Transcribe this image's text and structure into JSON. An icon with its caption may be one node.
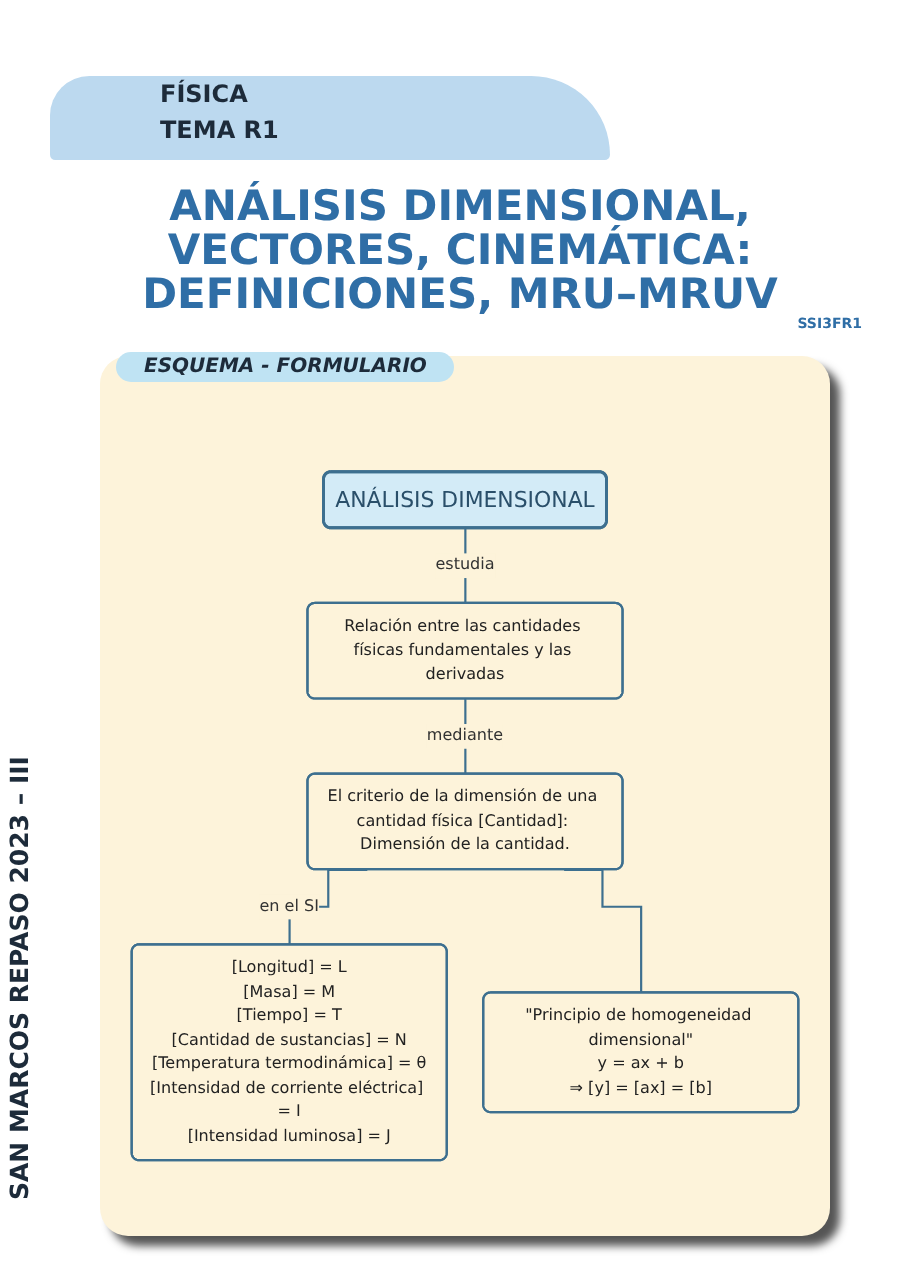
{
  "diagram": {
    "title": "ANÁLISIS DIMENSIONAL, VECTORES, CINEMÁTICA: DEFINICIONES, MRU–MRUV",
    "nodes": [
      {
        "text": [
          "ANÁLISIS DIMENSIONAL"
        ]
      },
      {
        "text": [
          "Relación entre las cantidades físicas fundamentales y las derivadas"
        ]
      },
      {
        "text": [
          "El criterio de la dimensión de una cantidad física [Cantidad]: Dimensión de la cantidad."
        ]
      },
      {
        "text": [
          "[Longitud] = L",
          "[Masa] = M",
          "[Tiempo] = T",
          "[Cantidad de sustancias] = N",
          "[Temperatura termodinámica] = θ",
          "[Intensidad de corriente eléctrica] = I",
          "[Intensidad luminosa] = J"
        ]
      },
      {
        "text": [
          "\"Principio de homogeneidad dimensional\"",
          "y = ax + b",
          "⇒ [y] = [ax] = [b]"
        ]
      }
    ],
    "edges": [
      {
        "from": 0,
        "to": 1,
        "arrow": "none",
        "label": "estudia"
      },
      {
        "from": 1,
        "to": 2,
        "arrow": "none",
        "label": "mediante"
      },
      {
        "from": 2,
        "to": 3,
        "arrow": "none",
        "label": "en el SI"
      },
      {
        "from": 2,
        "to": 4,
        "arrow": "none"
      }
    ],
    "labels": [
      "FÍSICA",
      "TEMA R1",
      "SSI3FR1",
      "ESQUEMA - FORMULARIO",
      "SAN MARCOS REPASO 2023 – III"
    ]
  }
}
